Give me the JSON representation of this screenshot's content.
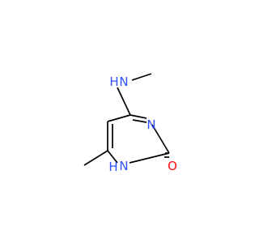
{
  "molecule": {
    "atoms": {
      "n_methylamino_label": "N",
      "n_methylamino_h_label": "H",
      "n3_label": "N",
      "n1_label": "N",
      "n1_h_label": "H",
      "o_label": "O"
    },
    "colors": {
      "bond": "#000000",
      "nitrogen": "#3050F8",
      "oxygen": "#FF0D0D"
    }
  }
}
